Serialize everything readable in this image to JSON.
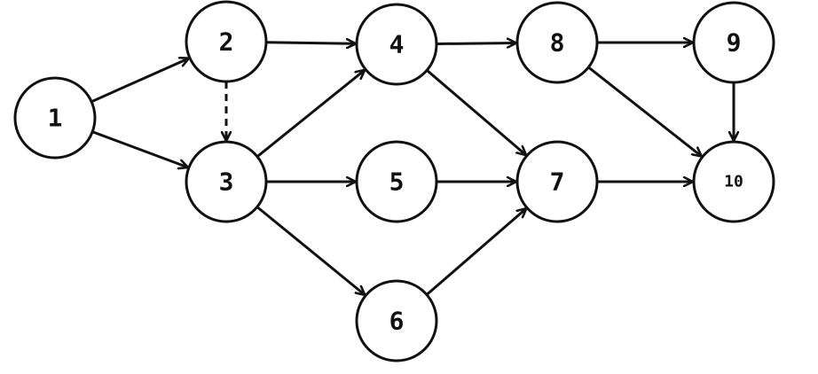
{
  "diagram": {
    "type": "directed-network",
    "line_color": "#111111",
    "node_fill": "#ffffff",
    "nodes": [
      {
        "id": "1",
        "label": "1"
      },
      {
        "id": "2",
        "label": "2"
      },
      {
        "id": "3",
        "label": "3"
      },
      {
        "id": "4",
        "label": "4"
      },
      {
        "id": "5",
        "label": "5"
      },
      {
        "id": "6",
        "label": "6"
      },
      {
        "id": "7",
        "label": "7"
      },
      {
        "id": "8",
        "label": "8"
      },
      {
        "id": "9",
        "label": "9"
      },
      {
        "id": "10",
        "label": "10"
      }
    ],
    "edges": [
      {
        "from": "1",
        "to": "2",
        "style": "solid"
      },
      {
        "from": "1",
        "to": "3",
        "style": "solid"
      },
      {
        "from": "2",
        "to": "4",
        "style": "solid"
      },
      {
        "from": "2",
        "to": "3",
        "style": "dashed"
      },
      {
        "from": "3",
        "to": "4",
        "style": "solid"
      },
      {
        "from": "3",
        "to": "5",
        "style": "solid"
      },
      {
        "from": "3",
        "to": "6",
        "style": "solid"
      },
      {
        "from": "4",
        "to": "8",
        "style": "solid"
      },
      {
        "from": "4",
        "to": "7",
        "style": "solid"
      },
      {
        "from": "5",
        "to": "7",
        "style": "solid"
      },
      {
        "from": "6",
        "to": "7",
        "style": "solid"
      },
      {
        "from": "8",
        "to": "9",
        "style": "solid"
      },
      {
        "from": "8",
        "to": "10",
        "style": "solid"
      },
      {
        "from": "7",
        "to": "10",
        "style": "solid"
      },
      {
        "from": "9",
        "to": "10",
        "style": "solid"
      }
    ]
  }
}
